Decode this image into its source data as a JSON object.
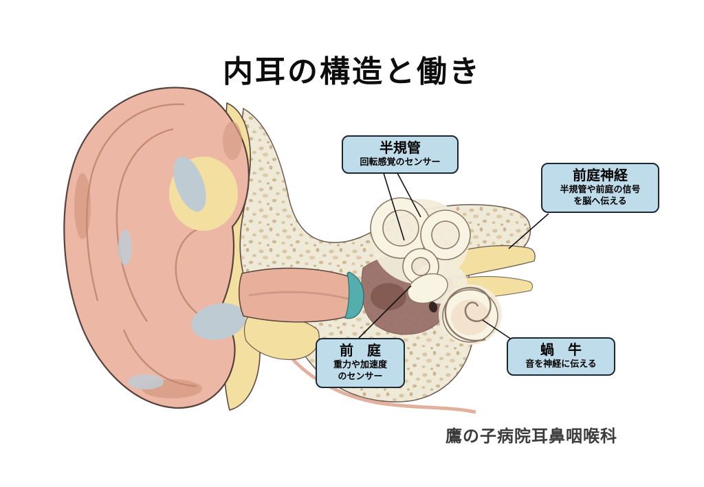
{
  "page": {
    "title": "内耳の構造と働き",
    "credit": "鷹の子病院耳鼻咽喉科"
  },
  "callouts": {
    "semicircular_canals": {
      "title": "半規管",
      "desc": "回転感覚のセンサー"
    },
    "vestibular_nerve": {
      "title": "前庭神経",
      "desc1": "半規管や前庭の信号",
      "desc2": "を脳へ伝える"
    },
    "vestibule": {
      "title": "前　庭",
      "desc1": "重力や加速度",
      "desc2": "のセンサー"
    },
    "cochlea": {
      "title": "蝸　牛",
      "desc": "音を神経に伝える"
    }
  },
  "illustration": {
    "name": "inner-ear-anatomy-cross-section"
  },
  "colors": {
    "callout_bg": "#BFDCEA",
    "callout_border": "#1b2631",
    "skin": "#ECB7A5",
    "bone_base": "#EFE9D8",
    "bone_speckle": "#D8C5A2",
    "cartilage_yellow": "#F3E0A0",
    "eardrum_teal": "#55AEAE",
    "middle_ear": "#99706A",
    "inner_ear_cream": "#F8F3E3"
  }
}
